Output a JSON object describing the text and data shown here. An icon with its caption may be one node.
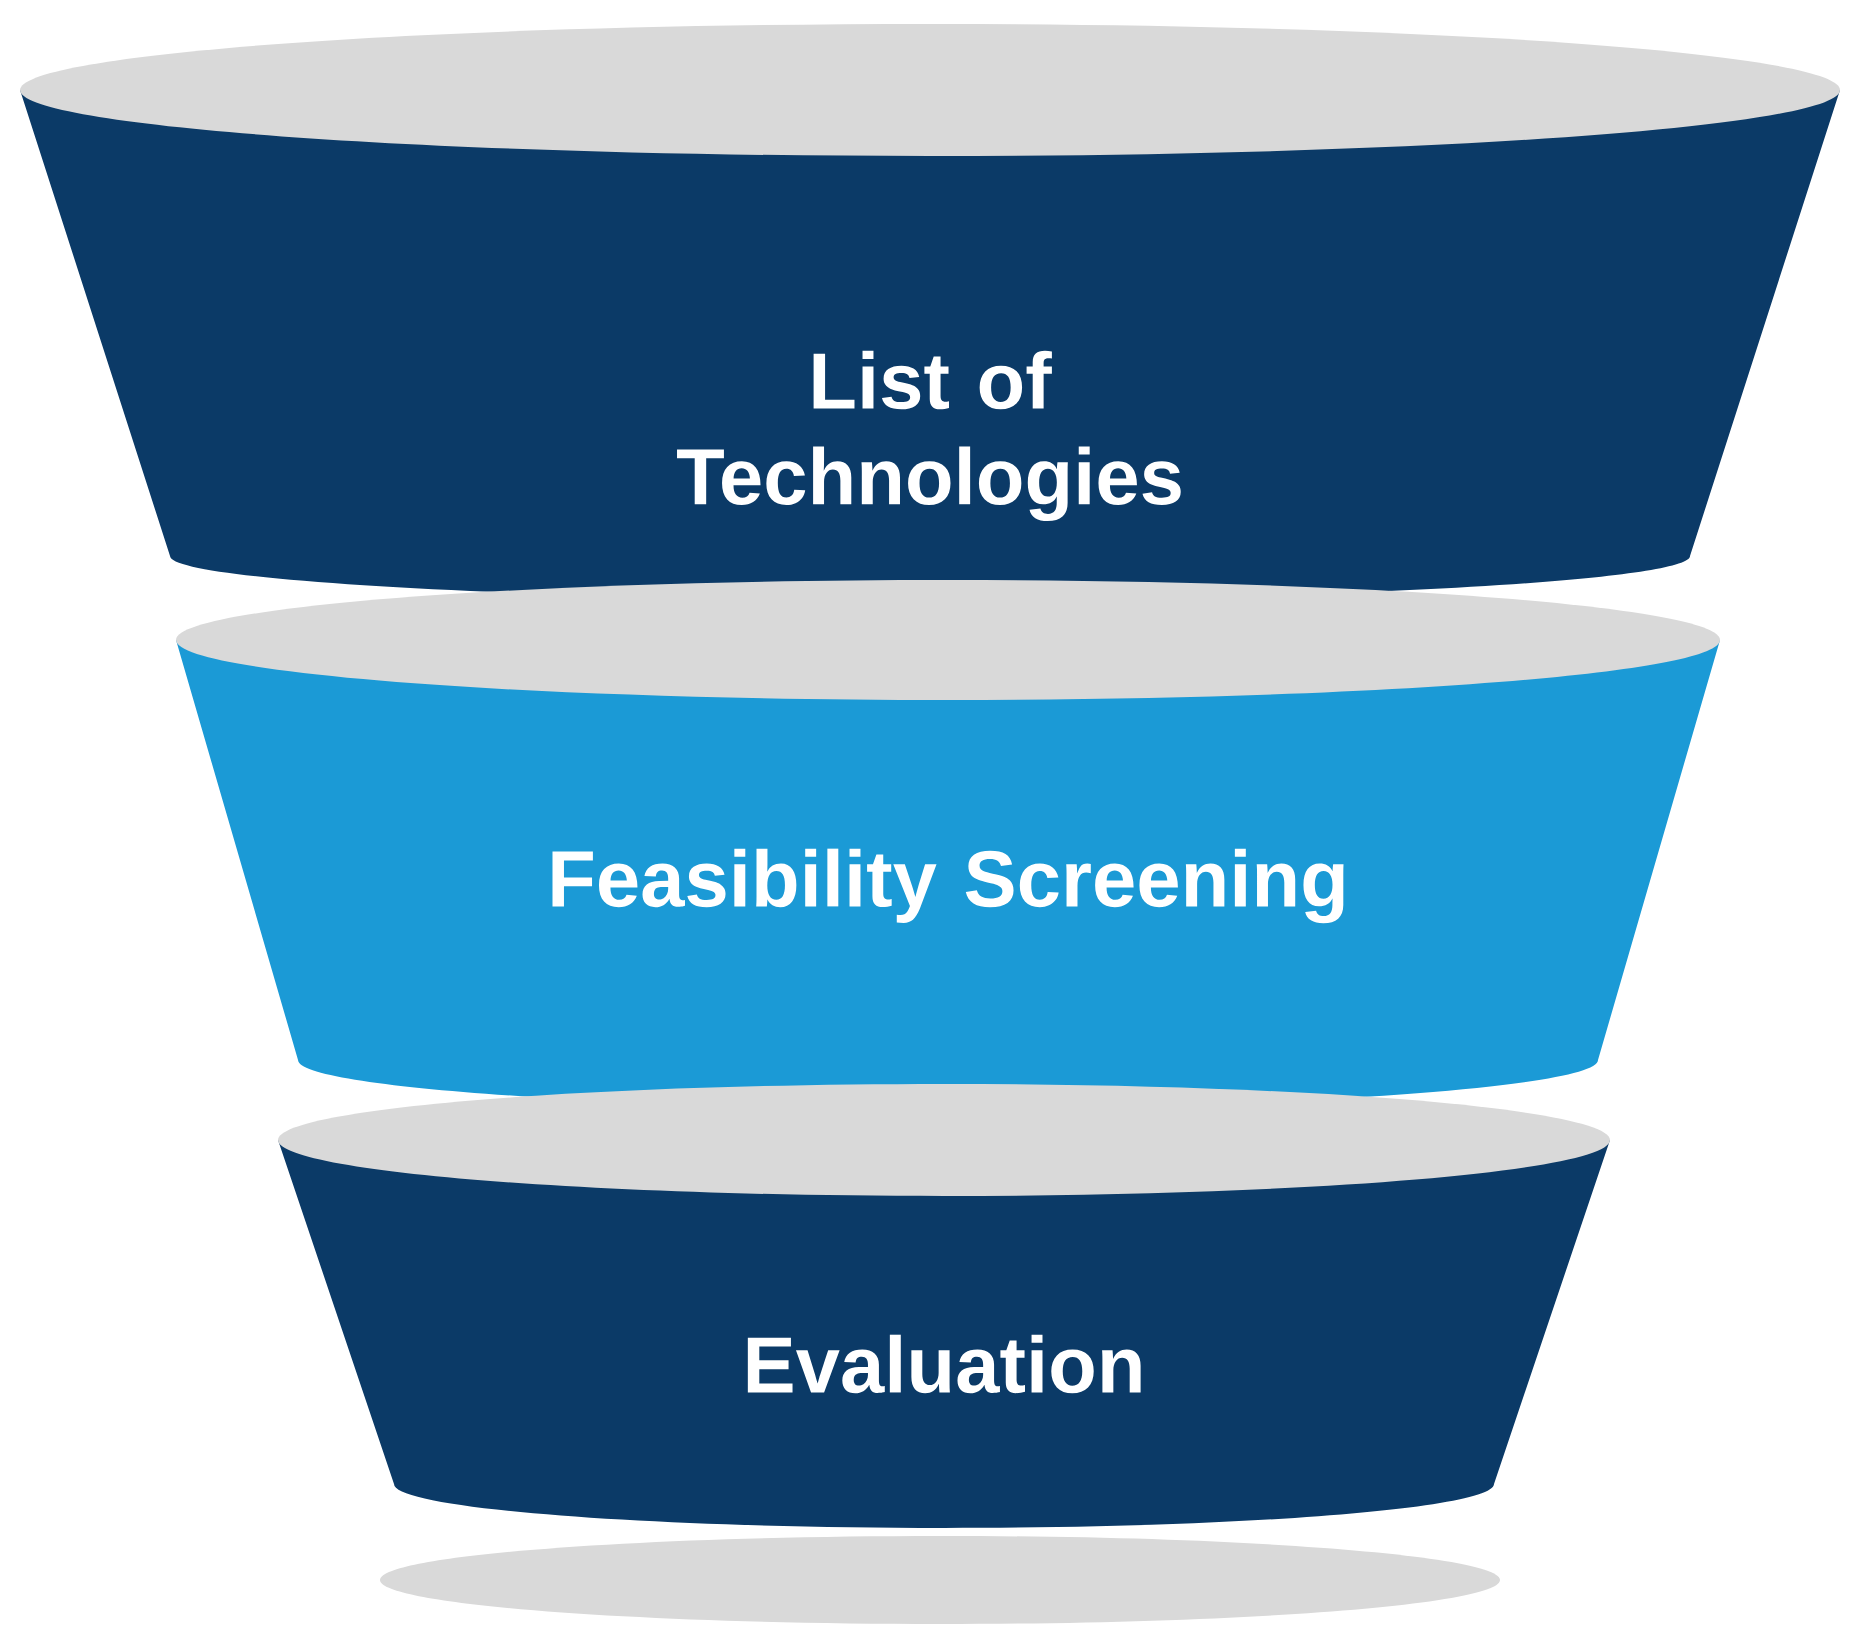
{
  "diagram": {
    "nodes": [
      {
        "text": [
          "List of Technologies"
        ]
      },
      {
        "text": [
          "Feasibility Screening"
        ]
      },
      {
        "text": [
          "Evaluation"
        ]
      }
    ]
  }
}
